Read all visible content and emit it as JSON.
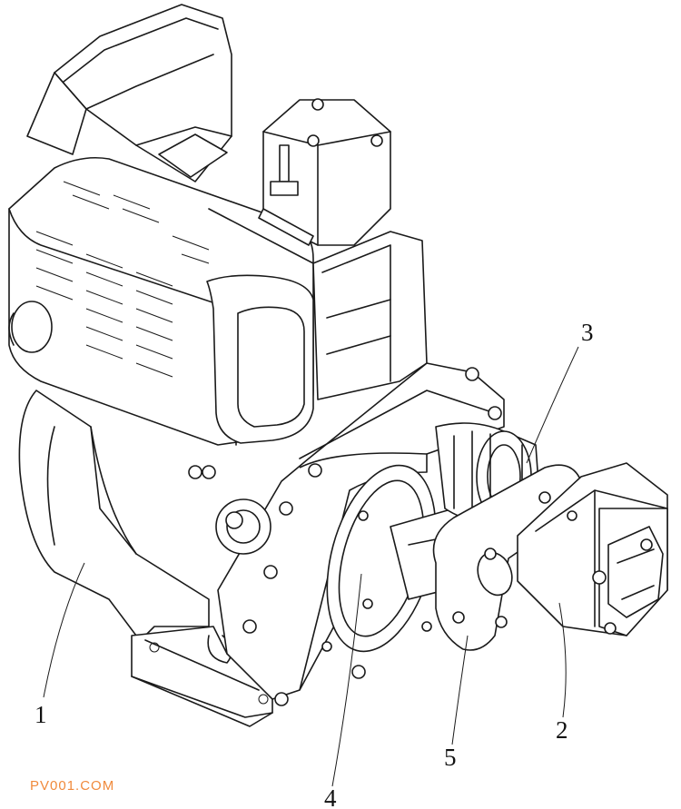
{
  "labels": {
    "l1": "1",
    "l2": "2",
    "l3": "3",
    "l4": "4",
    "l5": "5"
  },
  "watermark": "PV001.COM",
  "colors": {
    "line": "#1a1a1a",
    "background": "#ffffff",
    "watermark": "#f08a3c"
  }
}
